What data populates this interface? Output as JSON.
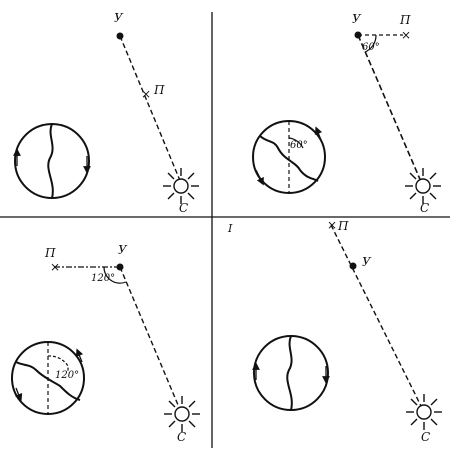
{
  "panels": {
    "top_left": {
      "sun_label": "С",
      "point_label": "У",
      "mark_label": "П"
    },
    "top_right": {
      "sun_label": "С",
      "point_label": "У",
      "mark_label": "П",
      "angle_label": "60°",
      "dance_angle_label": "60°"
    },
    "bottom_left": {
      "sun_label": "С",
      "point_label": "У",
      "mark_label": "П",
      "angle_label": "120°",
      "dance_angle_label": "120°"
    },
    "bottom_right": {
      "sun_label": "С",
      "point_label": "У",
      "mark_label": "П"
    }
  },
  "center_label": "I"
}
